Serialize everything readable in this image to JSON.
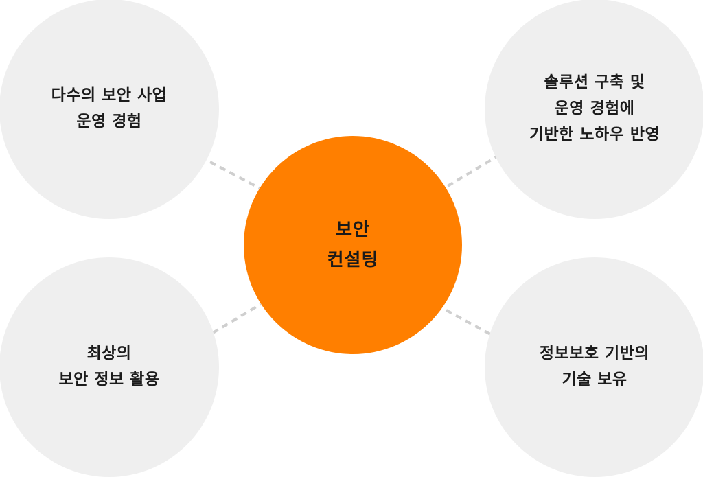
{
  "center": {
    "label": "보안\n컨설팅",
    "color": "#ff7f00"
  },
  "nodes": {
    "top_left": {
      "label": "다수의 보안 사업\n운영 경험"
    },
    "top_right": {
      "label": "솔루션 구축 및\n운영 경험에\n기반한 노하우 반영"
    },
    "bottom_left": {
      "label": "최상의\n보안 정보 활용"
    },
    "bottom_right": {
      "label": "정보보호 기반의\n기술 보유"
    },
    "color": "#efefef"
  },
  "connector_color": "#cfcfcf"
}
